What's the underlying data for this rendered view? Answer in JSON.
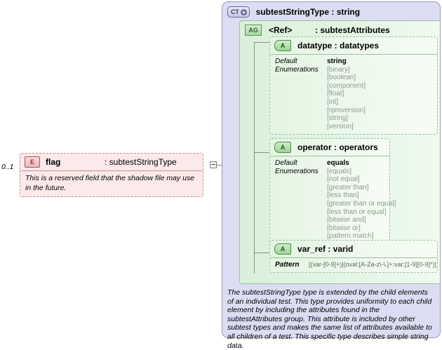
{
  "diagram": {
    "element": {
      "cardinality": "0..1",
      "badge": "E",
      "name": "flag",
      "type": ": subtestStringType",
      "documentation": "This is a reserved field that the shadow file may use in the future."
    },
    "complex_type": {
      "badge": "CT",
      "title": "subtestStringType : string",
      "attribute_group": {
        "badge": "AG",
        "name": "<Ref>",
        "type": ": subtestAttributes"
      },
      "attributes": [
        {
          "badge": "A",
          "title": "datatype : datatypes",
          "facet_labels": [
            "Default",
            "Enumerations"
          ],
          "default": "string",
          "enumerations": [
            "[binary]",
            "[boolean]",
            "[component]",
            "[float]",
            "[int]",
            "[rpmversion]",
            "[string]",
            "[version]"
          ]
        },
        {
          "badge": "A",
          "title": "operator : operators",
          "facet_labels": [
            "Default",
            "Enumerations"
          ],
          "default": "equals",
          "enumerations": [
            "[equals]",
            "[not equal]",
            "[greater than]",
            "[less than]",
            "[greater than or equal]",
            "[less than or equal]",
            "[bitwise and]",
            "[bitwise or]",
            "[pattern match]"
          ]
        },
        {
          "badge": "A",
          "title": "var_ref : varid",
          "pattern_label": "Pattern",
          "pattern_value": "[(var-[0-9]+)|(oval:[A-Za-z\\-\\.]+:var:[1-9][0-9]*)]"
        }
      ],
      "annotation": "The subtestStringType type is extended by the child elements of an individual test.  This type provides uniformity to each child element by including the attributes found in the subtestAttributes group.  This attribute is included by other subtest types and makes the same list of attributes available to all children of a test.  This specific type describes simple string data."
    }
  }
}
